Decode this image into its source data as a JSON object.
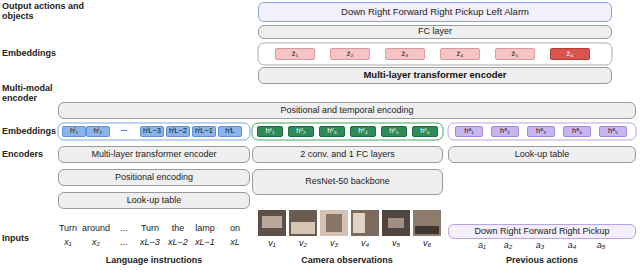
{
  "diagram": {
    "nodes": [
      {
        "text": [
          "Down Right Forward Right Pickup Left Alarm"
        ]
      },
      {
        "text": [
          "FC layer"
        ]
      },
      {
        "text": [
          "ẑ₁"
        ]
      },
      {
        "text": [
          "ẑ₂"
        ]
      },
      {
        "text": [
          "ẑ₃"
        ]
      },
      {
        "text": [
          "ẑ₄"
        ]
      },
      {
        "text": [
          "ẑ₅"
        ]
      },
      {
        "text": [
          "ẑ₆"
        ]
      },
      {
        "text": [
          "Multi-layer transformer encoder"
        ]
      },
      {
        "text": [
          "Positional and temporal encoding"
        ]
      },
      {
        "text": [
          "hˡ₁"
        ]
      },
      {
        "text": [
          "hˡ₂"
        ]
      },
      {
        "text": [
          "hˡL−3"
        ]
      },
      {
        "text": [
          "hˡL−2"
        ]
      },
      {
        "text": [
          "hˡL−1"
        ]
      },
      {
        "text": [
          "hˡL"
        ]
      },
      {
        "text": [
          "hᵛ₁"
        ]
      },
      {
        "text": [
          "hᵛ₂"
        ]
      },
      {
        "text": [
          "hᵛ₃"
        ]
      },
      {
        "text": [
          "hᵛ₄"
        ]
      },
      {
        "text": [
          "hᵛ₅"
        ]
      },
      {
        "text": [
          "hᵛ₆"
        ]
      },
      {
        "text": [
          "hᵃ₁"
        ]
      },
      {
        "text": [
          "hᵃ₂"
        ]
      },
      {
        "text": [
          "hᵃ₃"
        ]
      },
      {
        "text": [
          "hᵃ₄"
        ]
      },
      {
        "text": [
          "hᵃ₅"
        ]
      },
      {
        "text": [
          "Multi-layer transformer encoder"
        ]
      },
      {
        "text": [
          "2 conv. and 1 FC layers"
        ]
      },
      {
        "text": [
          "Look-up table"
        ]
      },
      {
        "text": [
          "Positional encoding"
        ]
      },
      {
        "text": [
          "ResNet-50 backbone"
        ]
      },
      {
        "text": [
          "Look-up table"
        ]
      },
      {
        "text": [
          "Down Right Forward Right Pickup"
        ]
      }
    ],
    "labels": [
      "Output actions and objects",
      "Embeddings",
      "Multi-modal encoder",
      "Embeddings",
      "...",
      "Encoders",
      "Inputs",
      "Turn",
      "around",
      "...",
      "Turn",
      "the",
      "lamp",
      "on",
      "x₁",
      "x₂",
      "...",
      "xL−3",
      "xL−2",
      "xL−1",
      "xL",
      "v₁",
      "v₂",
      "v₃",
      "v₄",
      "v₅",
      "v₆",
      "a₁",
      "a₂",
      "a₃",
      "a₄",
      "a₅",
      "Language instructions",
      "Camera observations",
      "Previous actions"
    ]
  }
}
